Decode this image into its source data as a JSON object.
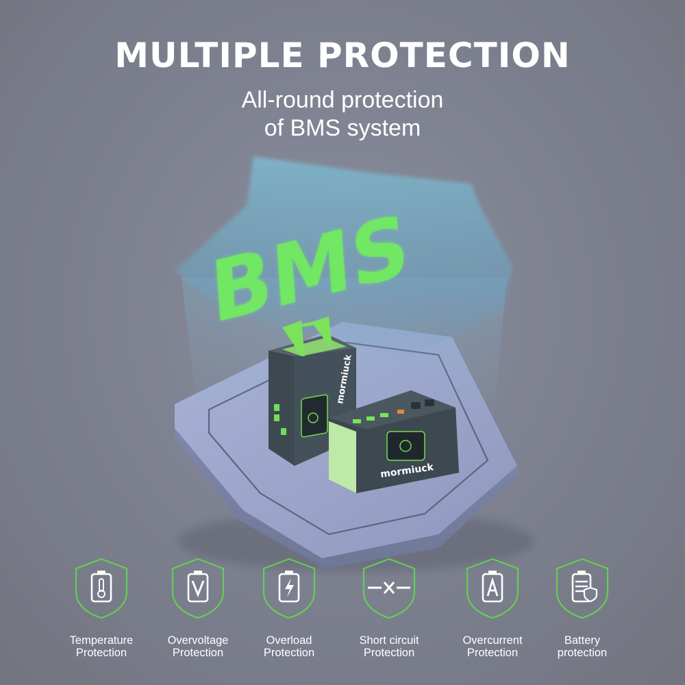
{
  "header": {
    "title": "MULTIPLE PROTECTION",
    "subtitle_line1": "All-round protection",
    "subtitle_line2": "of BMS system"
  },
  "hero": {
    "shield_text": "BMS",
    "brand_text": "mormiuck"
  },
  "features": [
    {
      "icon": "thermometer-battery-icon",
      "label": "Temperature\nProtection"
    },
    {
      "icon": "voltage-battery-icon",
      "label": "Overvoltage\nProtection"
    },
    {
      "icon": "lightning-battery-icon",
      "label": "Overload\nProtection"
    },
    {
      "icon": "short-circuit-icon",
      "label": "Short circuit\nProtection"
    },
    {
      "icon": "ampere-battery-icon",
      "label": "Overcurrent\nProtection"
    },
    {
      "icon": "shield-battery-icon",
      "label": "Battery\nprotection"
    }
  ],
  "colors": {
    "accent_green": "#5fdc4a",
    "shield_blue": "#78b4cc",
    "base_platform": "#9da6c8",
    "device_body": "#3f4a52"
  }
}
